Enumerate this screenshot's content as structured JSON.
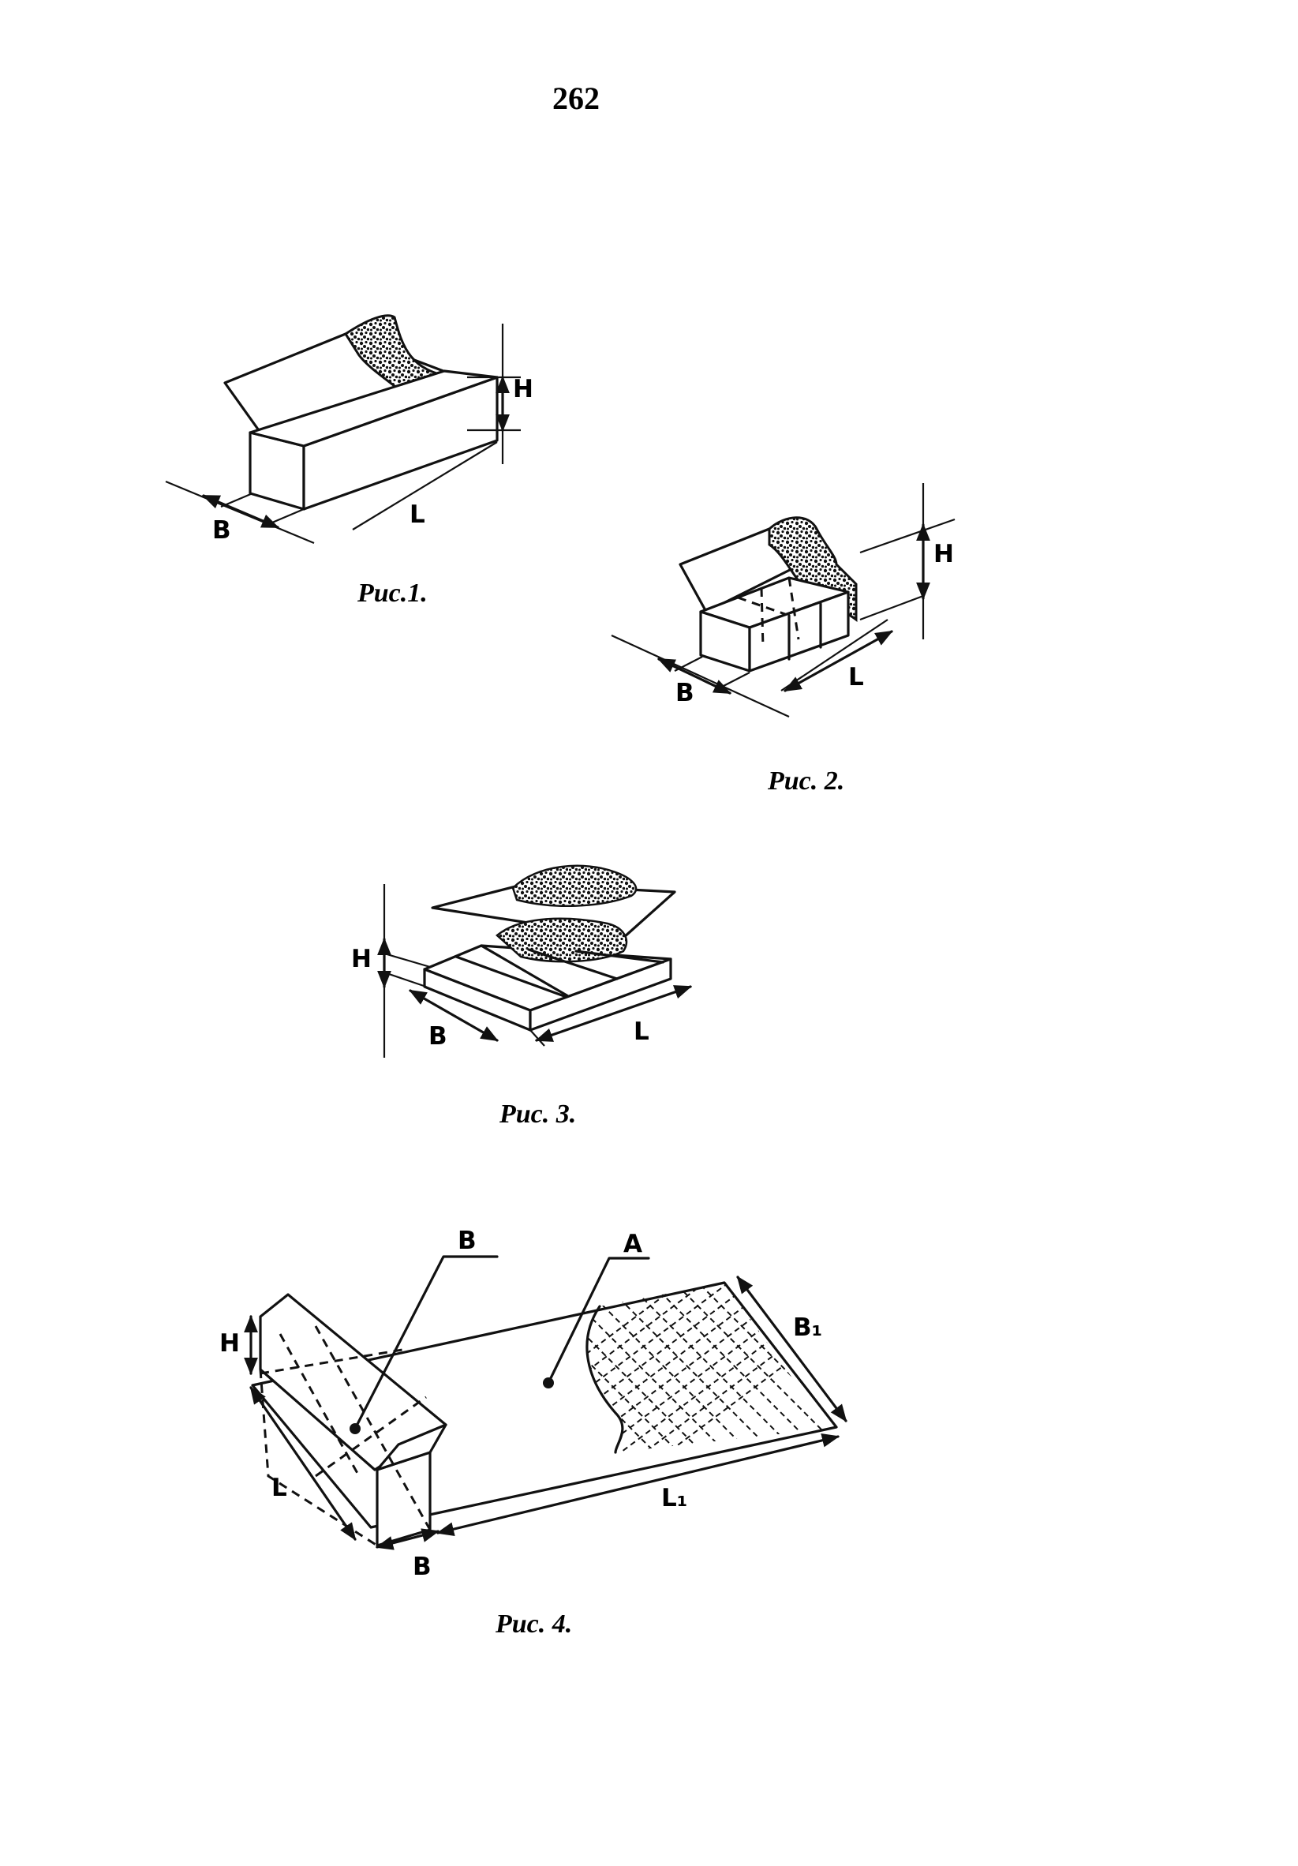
{
  "page": {
    "number": "262"
  },
  "figures": [
    {
      "caption": "Рис.1.",
      "dimensions": {
        "width": "B",
        "length": "L",
        "height": "H"
      }
    },
    {
      "caption": "Рис. 2.",
      "dimensions": {
        "width": "B",
        "length": "L",
        "height": "H"
      }
    },
    {
      "caption": "Рис. 3.",
      "dimensions": {
        "height": "H",
        "width": "B",
        "length": "L"
      }
    },
    {
      "caption": "Рис. 4.",
      "dimensions": {
        "height": "H",
        "length": "L",
        "width": "B",
        "length_1": "L₁",
        "width_1": "B₁"
      },
      "callouts": {
        "pointer_b": "B",
        "pointer_a": "A"
      }
    }
  ]
}
